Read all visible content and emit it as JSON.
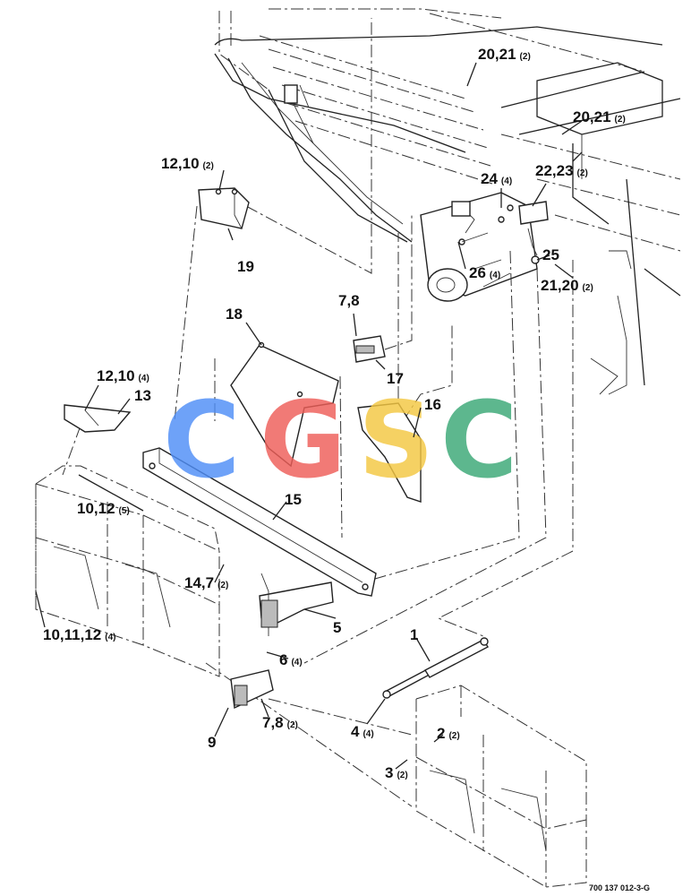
{
  "callouts": [
    {
      "id": "c1",
      "text": "1"
    },
    {
      "id": "c2",
      "text": "2",
      "qty": "(2)"
    },
    {
      "id": "c3",
      "text": "3",
      "qty": "(2)"
    },
    {
      "id": "c4",
      "text": "4",
      "qty": "(4)"
    },
    {
      "id": "c5",
      "text": "5"
    },
    {
      "id": "c6",
      "text": "6",
      "qty": "(4)"
    },
    {
      "id": "c7-8a",
      "text": "7,8"
    },
    {
      "id": "c7-8b",
      "text": "7,8",
      "qty": "(2)"
    },
    {
      "id": "c9",
      "text": "9"
    },
    {
      "id": "c10-11-12",
      "text": "10,11,12",
      "qty": "(4)"
    },
    {
      "id": "c10-12",
      "text": "10,12",
      "qty": "(5)"
    },
    {
      "id": "c12-10a",
      "text": "12,10",
      "qty": "(2)"
    },
    {
      "id": "c12-10b",
      "text": "12,10",
      "qty": "(4)"
    },
    {
      "id": "c13",
      "text": "13"
    },
    {
      "id": "c14-7",
      "text": "14,7",
      "qty": "(2)"
    },
    {
      "id": "c15",
      "text": "15"
    },
    {
      "id": "c16",
      "text": "16"
    },
    {
      "id": "c17",
      "text": "17"
    },
    {
      "id": "c18",
      "text": "18"
    },
    {
      "id": "c19",
      "text": "19"
    },
    {
      "id": "c20-21a",
      "text": "20,21",
      "qty": "(2)"
    },
    {
      "id": "c20-21b",
      "text": "20,21",
      "qty": "(2)"
    },
    {
      "id": "c21-20",
      "text": "21,20",
      "qty": "(2)"
    },
    {
      "id": "c22-23",
      "text": "22,23",
      "qty": "(2)"
    },
    {
      "id": "c24",
      "text": "24",
      "qty": "(4)"
    },
    {
      "id": "c25",
      "text": "25"
    },
    {
      "id": "c26",
      "text": "26",
      "qty": "(4)"
    }
  ],
  "watermark": {
    "letters": [
      "C",
      "G",
      "S",
      "C"
    ],
    "colors": [
      "#4f8ef7",
      "#ee5e58",
      "#f4c742",
      "#3aa876"
    ]
  },
  "doc_number": "700 137 012-3-G",
  "colors": {
    "line": "#222222",
    "background": "#ffffff"
  }
}
